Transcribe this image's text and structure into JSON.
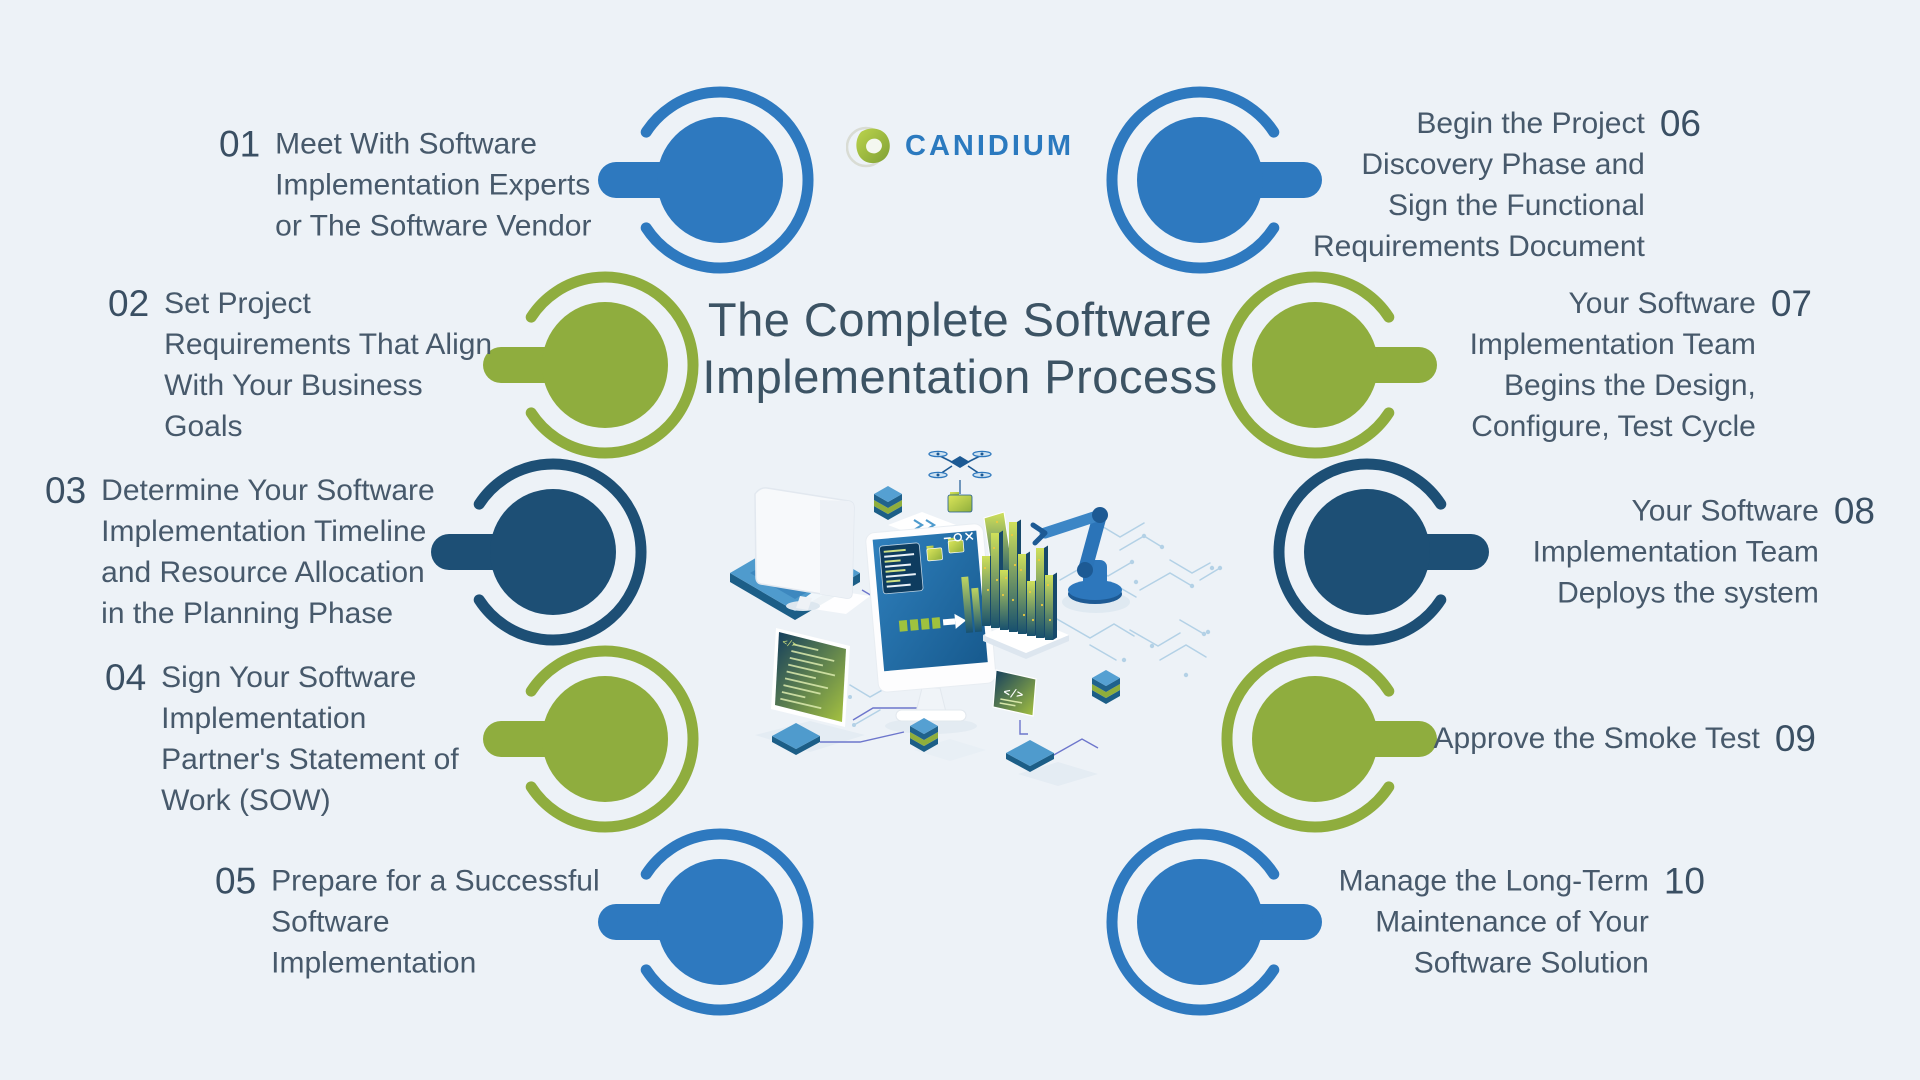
{
  "page": {
    "background": "#edf2f7"
  },
  "logo": {
    "brand": "CANIDIUM",
    "icon": "canidium-leaf-icon",
    "text_color": "#2b7abf",
    "leaf_green": "#9ab63f"
  },
  "title": {
    "line1": "The Complete Software",
    "line2": "Implementation Process",
    "color": "#3c5364"
  },
  "palette": {
    "blue": "#2e79bf",
    "green": "#8fad3e",
    "navy": "#1d4f75",
    "text": "#47596b",
    "number": "#3a4f63"
  },
  "steps": [
    {
      "number": "01",
      "color": "blue",
      "side": "left",
      "lines": [
        "Meet With Software",
        "Implementation Experts",
        "or The Software Vendor"
      ]
    },
    {
      "number": "02",
      "color": "green",
      "side": "left",
      "lines": [
        "Set Project",
        "Requirements That Align",
        "With Your Business",
        "Goals"
      ]
    },
    {
      "number": "03",
      "color": "navy",
      "side": "left",
      "lines": [
        "Determine Your Software",
        "Implementation Timeline",
        "and Resource Allocation",
        "in the Planning Phase"
      ]
    },
    {
      "number": "04",
      "color": "green",
      "side": "left",
      "lines": [
        "Sign Your Software",
        "Implementation",
        "Partner's Statement of",
        "Work (SOW)"
      ]
    },
    {
      "number": "05",
      "color": "blue",
      "side": "left",
      "lines": [
        "Prepare for a Successful",
        "Software",
        "Implementation"
      ]
    },
    {
      "number": "06",
      "color": "blue",
      "side": "right",
      "lines": [
        "Begin the Project",
        "Discovery Phase and",
        "Sign the Functional",
        "Requirements Document"
      ]
    },
    {
      "number": "07",
      "color": "green",
      "side": "right",
      "lines": [
        "Your Software",
        "Implementation Team",
        "Begins the Design,",
        "Configure, Test Cycle"
      ]
    },
    {
      "number": "08",
      "color": "navy",
      "side": "right",
      "lines": [
        "Your Software",
        "Implementation Team",
        "Deploys the system"
      ]
    },
    {
      "number": "09",
      "color": "green",
      "side": "right",
      "lines": [
        "Approve the Smoke Test"
      ]
    },
    {
      "number": "10",
      "color": "blue",
      "side": "right",
      "lines": [
        "Manage the Long-Term",
        "Maintenance of Your",
        "Software Solution"
      ]
    }
  ],
  "illustration": {
    "icons": [
      "desktop-computer",
      "code-screen",
      "terminal-panel",
      "delivery-drone",
      "robot-arm",
      "circuit-city",
      "server-stacks",
      "network-tiles",
      "circuit-traces"
    ]
  }
}
